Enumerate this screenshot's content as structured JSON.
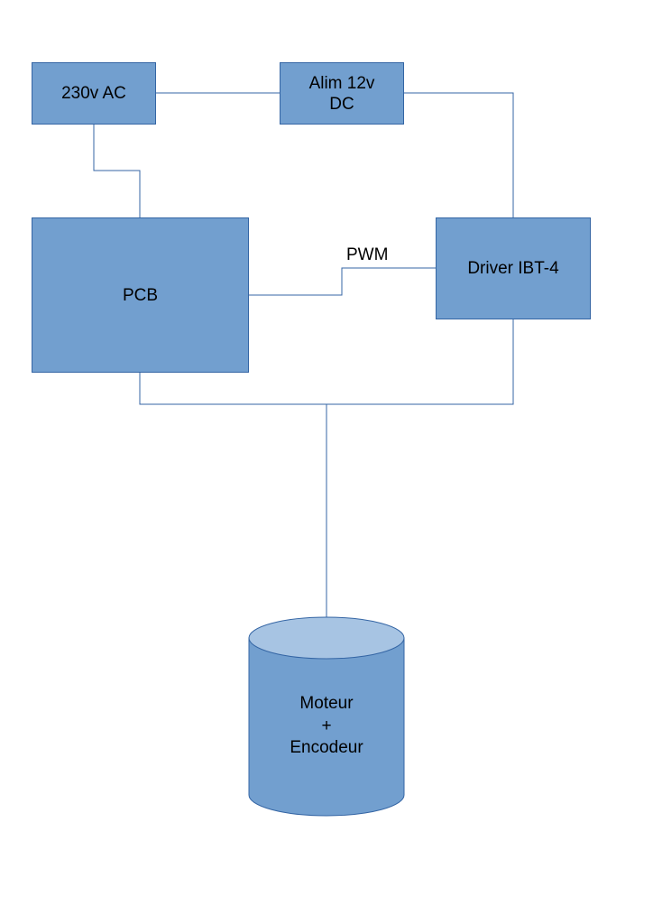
{
  "diagram": {
    "nodes": {
      "ac_source": "230v AC",
      "power_supply": "Alim 12v\nDC",
      "pcb": "PCB",
      "driver": "Driver IBT-4",
      "motor_line1": "Moteur",
      "motor_line2": "+",
      "motor_line3": "Encodeur"
    },
    "edge_labels": {
      "pcb_to_driver": "PWM"
    },
    "colors": {
      "box_fill": "#729fcf",
      "box_border": "#3465a4",
      "cylinder_top": "#a7c4e3",
      "wire": "#3465a4"
    }
  }
}
